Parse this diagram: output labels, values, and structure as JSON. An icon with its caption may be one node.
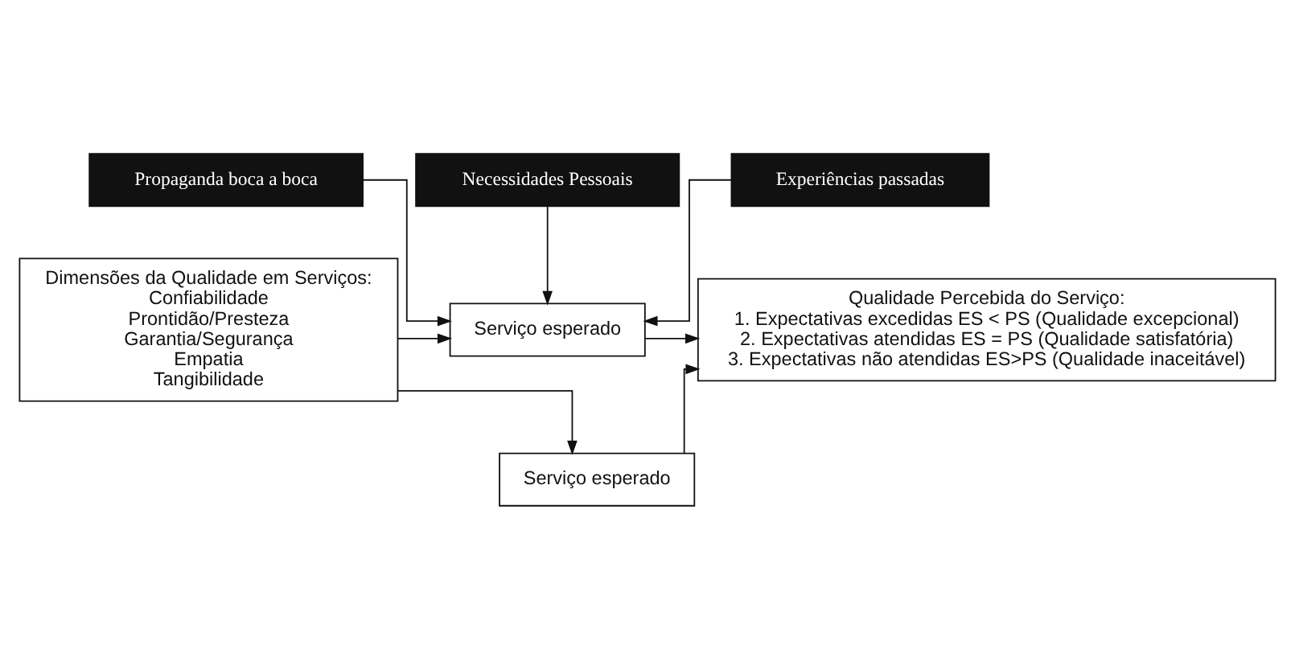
{
  "diagram": {
    "nodes": [
      {
        "text": [
          "Propaganda boca a boca"
        ]
      },
      {
        "text": [
          "Necessidades Pessoais"
        ]
      },
      {
        "text": [
          "Experiências passadas"
        ]
      },
      {
        "text": [
          "Dimensões da Qualidade em Serviços:",
          "Confiabilidade",
          "Prontidão/Presteza",
          "Garantia/Segurança",
          "Empatia",
          "Tangibilidade"
        ]
      },
      {
        "text": [
          "Serviço esperado"
        ]
      },
      {
        "text": [
          "Serviço esperado"
        ]
      },
      {
        "text": [
          "Qualidade Percebida do Serviço:",
          "1. Expectativas excedidas ES < PS (Qualidade excepcional)",
          "2. Expectativas atendidas ES = PS (Qualidade satisfatória)",
          "3. Expectativas não atendidas ES>PS (Qualidade inaceitável)"
        ]
      }
    ],
    "edges": [
      {
        "from": 0,
        "to": 4,
        "arrow": "to"
      },
      {
        "from": 1,
        "to": 4,
        "arrow": "to"
      },
      {
        "from": 2,
        "to": 4,
        "arrow": "to"
      },
      {
        "from": 3,
        "to": 4,
        "arrow": "to"
      },
      {
        "from": 3,
        "to": 5,
        "arrow": "to"
      },
      {
        "from": 4,
        "to": 6,
        "arrow": "to"
      },
      {
        "from": 5,
        "to": 6,
        "arrow": "to"
      }
    ]
  }
}
